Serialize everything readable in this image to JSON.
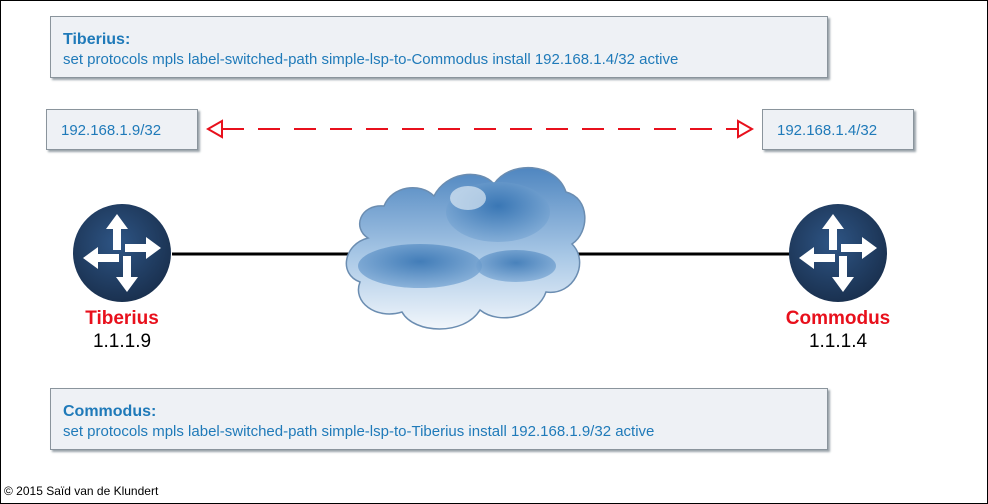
{
  "config_top": {
    "router": "Tiberius:",
    "command": "set protocols mpls label-switched-path simple-lsp-to-Commodus install 192.168.1.4/32 active"
  },
  "config_bottom": {
    "router": "Commodus:",
    "command": "set protocols mpls label-switched-path simple-lsp-to-Tiberius install 192.168.1.9/32 active"
  },
  "prefix_left": "192.168.1.9/32",
  "prefix_right": "192.168.1.4/32",
  "router_left": {
    "name": "Tiberius",
    "loopback": "1.1.1.9"
  },
  "router_right": {
    "name": "Commodus",
    "loopback": "1.1.1.4"
  },
  "footer": "© 2015 Saïd van de Klundert",
  "colors": {
    "accent_text": "#1f7ab9",
    "router_name": "#e8101c",
    "arrow": "#e8101c",
    "router_icon": "#1f3a5c",
    "box_fill": "#eef1f5"
  },
  "icons": [
    "router-icon",
    "cloud-icon",
    "dashed-double-arrow"
  ]
}
